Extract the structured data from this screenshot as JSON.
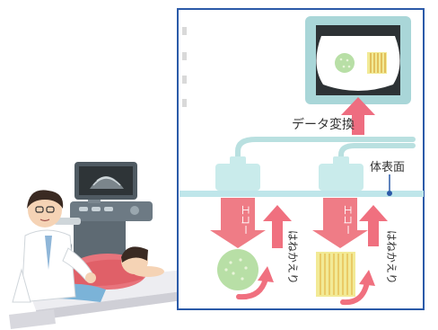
{
  "diagram": {
    "labels": {
      "data_conversion": "データ変換",
      "body_surface": "体表面",
      "echo_left": "エコー",
      "echo_right": "エコー",
      "bounce_left": "はねかえり",
      "bounce_right": "はねかえり"
    },
    "colors": {
      "frame_border": "#2b5aa8",
      "monitor_frame": "#a9d6d8",
      "probe": "#c9ebeb",
      "cable": "#b9e0e0",
      "body_line": "#bfe6ea",
      "echo_arrow": "#ef7c86",
      "screen_arrow": "#ee6d80",
      "bounce_arrow": "#f0707f",
      "round_tissue": "#b8dfa6",
      "striped_tissue": "#f2ea96",
      "stripe": "#e7c35a"
    }
  },
  "illustration": {
    "scene": "doctor performing ultrasound exam on patient",
    "colors": {
      "coat": "#ffffff",
      "doctor_hair": "#3a2a22",
      "patient_shirt": "#e8747c",
      "machine": "#5e6a73",
      "monitor_screen": "#2e3437",
      "bed": "#e8e8ec"
    }
  }
}
